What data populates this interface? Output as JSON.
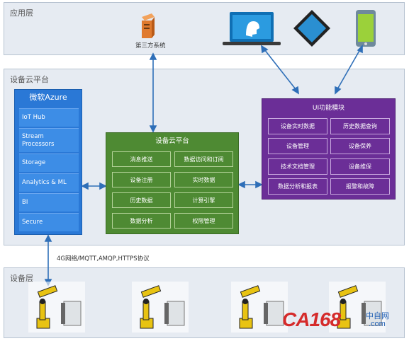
{
  "app_layer": {
    "title": "应用层",
    "third_party_label": "第三方系统"
  },
  "cloud_layer": {
    "title": "设备云平台"
  },
  "device_layer": {
    "title": "设备层"
  },
  "azure": {
    "title": "微软Azure",
    "items": [
      "IoT Hub",
      "Stream Processors",
      "Storage",
      "Analytics & ML",
      "BI",
      "Secure"
    ]
  },
  "platform": {
    "title": "设备云平台",
    "cells": [
      "消息推送",
      "数据访问和订阅",
      "设备注册",
      "实时数据",
      "历史数据",
      "计算引擎",
      "数据分析",
      "权限管理"
    ]
  },
  "ui_module": {
    "title": "UI功能模块",
    "cells": [
      "设备实时数据",
      "历史数据查询",
      "设备管理",
      "设备保养",
      "技术文档管理",
      "设备维保",
      "数据分析和报表",
      "报警和故障"
    ]
  },
  "protocol_label": "4G网络/MQTT,AMQP,HTTPS协议",
  "watermark": {
    "text": "CA168",
    "cn": "中自网",
    "domain": ".com"
  },
  "colors": {
    "azure": "#2a78d6",
    "platform": "#4e8a33",
    "ui_module": "#6b2e97",
    "arrow": "#2f6fb8"
  }
}
